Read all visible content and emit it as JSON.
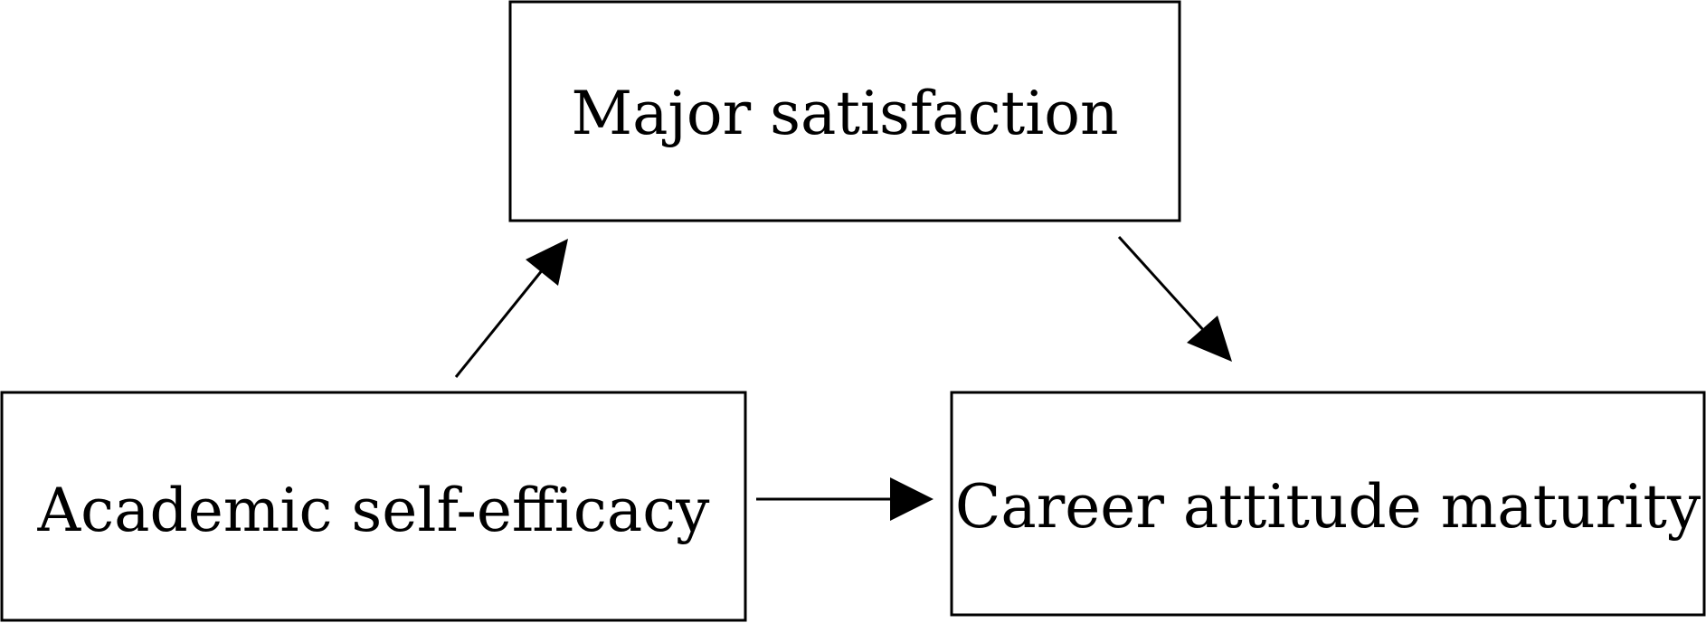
{
  "diagram": {
    "nodes": {
      "major_satisfaction": {
        "label": "Major satisfaction"
      },
      "academic_self_efficacy": {
        "label": "Academic self-efficacy"
      },
      "career_attitude_maturity": {
        "label": "Career attitude maturity"
      }
    },
    "edges": [
      {
        "from": "academic_self_efficacy",
        "to": "major_satisfaction"
      },
      {
        "from": "major_satisfaction",
        "to": "career_attitude_maturity"
      },
      {
        "from": "academic_self_efficacy",
        "to": "career_attitude_maturity"
      }
    ],
    "colors": {
      "stroke": "#000000",
      "background": "#ffffff"
    }
  }
}
